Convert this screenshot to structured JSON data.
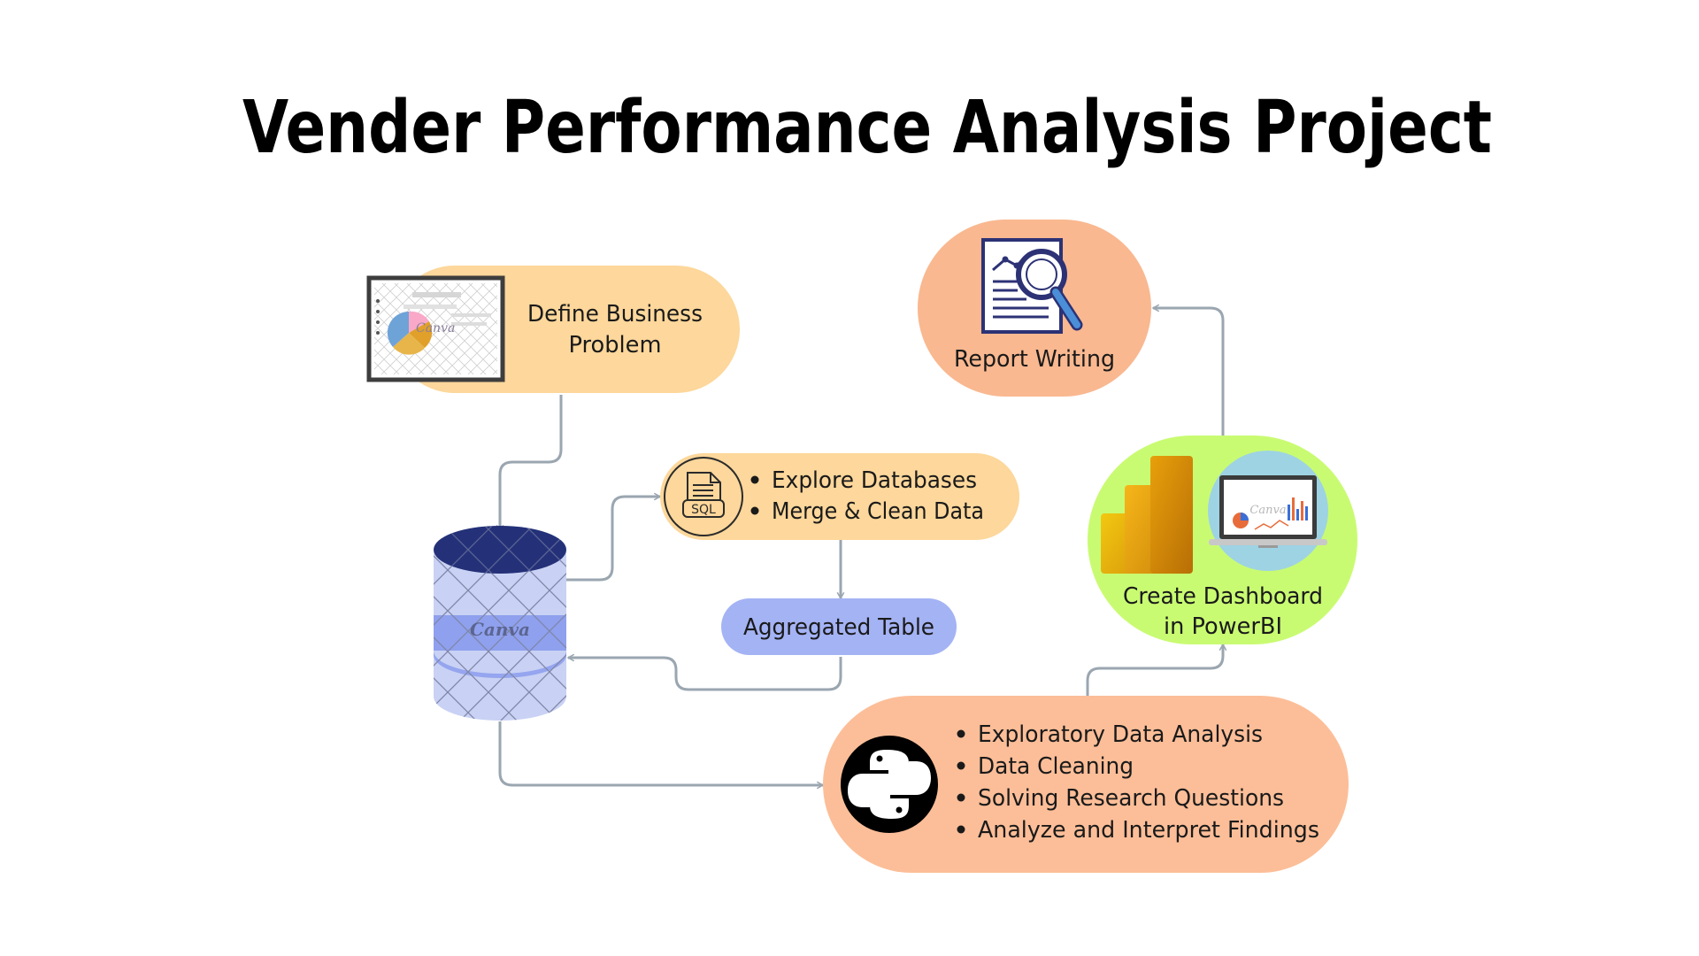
{
  "title": "Vender Performance Analysis Project",
  "colors": {
    "peach_light": "#FDD79B",
    "peach": "#FCBE98",
    "salmon": "#F9B890",
    "lavender": "#A4B3F4",
    "green": "#C9FB72",
    "connector": "#9aa6b0",
    "db_navy": "#243178",
    "db_body": "#C9D2F4",
    "db_band": "#8FA0EE"
  },
  "nodes": {
    "define_problem": {
      "lines": [
        "Define Business",
        "Problem"
      ],
      "icon": "presentation-board-icon",
      "icon_text": "Canva"
    },
    "database": {
      "icon": "database-cylinder-icon",
      "icon_text": "Canva"
    },
    "explore_sql": {
      "bullets": [
        "Explore Databases",
        "Merge & Clean Data"
      ],
      "icon": "sql-file-icon",
      "icon_text": "SQL"
    },
    "aggregated_table": {
      "label": "Aggregated Table"
    },
    "python": {
      "bullets": [
        "Exploratory Data Analysis",
        "Data Cleaning",
        "Solving Research Questions",
        "Analyze and Interpret Findings"
      ],
      "icon": "python-logo-icon"
    },
    "dashboard": {
      "lines": [
        "Create Dashboard",
        "in PowerBI"
      ],
      "icons": [
        "powerbi-logo-icon",
        "laptop-dashboard-icon"
      ],
      "icon_text": "Canva"
    },
    "report": {
      "label": "Report Writing",
      "icon": "report-magnifier-icon"
    }
  }
}
